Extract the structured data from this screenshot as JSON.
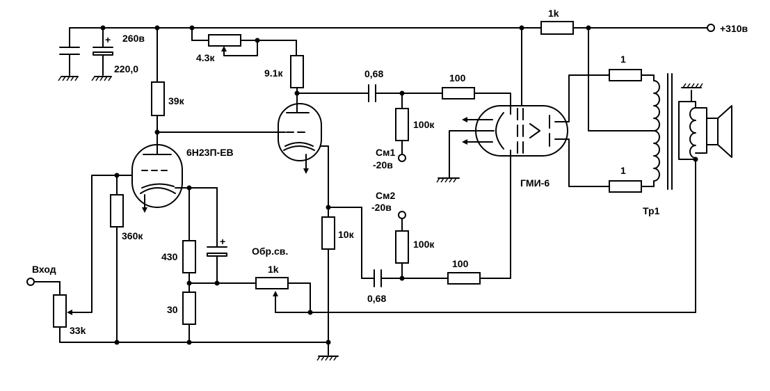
{
  "labels": {
    "supply_plus": "+310в",
    "supply_260": "260в",
    "cap_main": "220,0",
    "r_top_1k": "1k",
    "pot_43k": "4.3к",
    "r_91k": "9.1к",
    "r_39k": "39к",
    "tube1": "6Н23П-ЕВ",
    "c_top": "0,68",
    "r_top_100": "100",
    "r_100k_top": "100к",
    "bias1_name": "См1",
    "bias1_value": "-20в",
    "bias2_name": "См2",
    "bias2_value": "-20в",
    "r_100k_bot": "100к",
    "r_bot_100": "100",
    "c_bot": "0,68",
    "r_10k": "10к",
    "r_360k": "360к",
    "r_430": "430",
    "r_30": "30",
    "fb_label": "Обр.св.",
    "fb_pot": "1k",
    "input_label": "Вход",
    "pot_33k": "33k",
    "tube2": "ГМИ-6",
    "r_out_top": "1",
    "r_out_bot": "1",
    "transformer": "Тр1"
  }
}
